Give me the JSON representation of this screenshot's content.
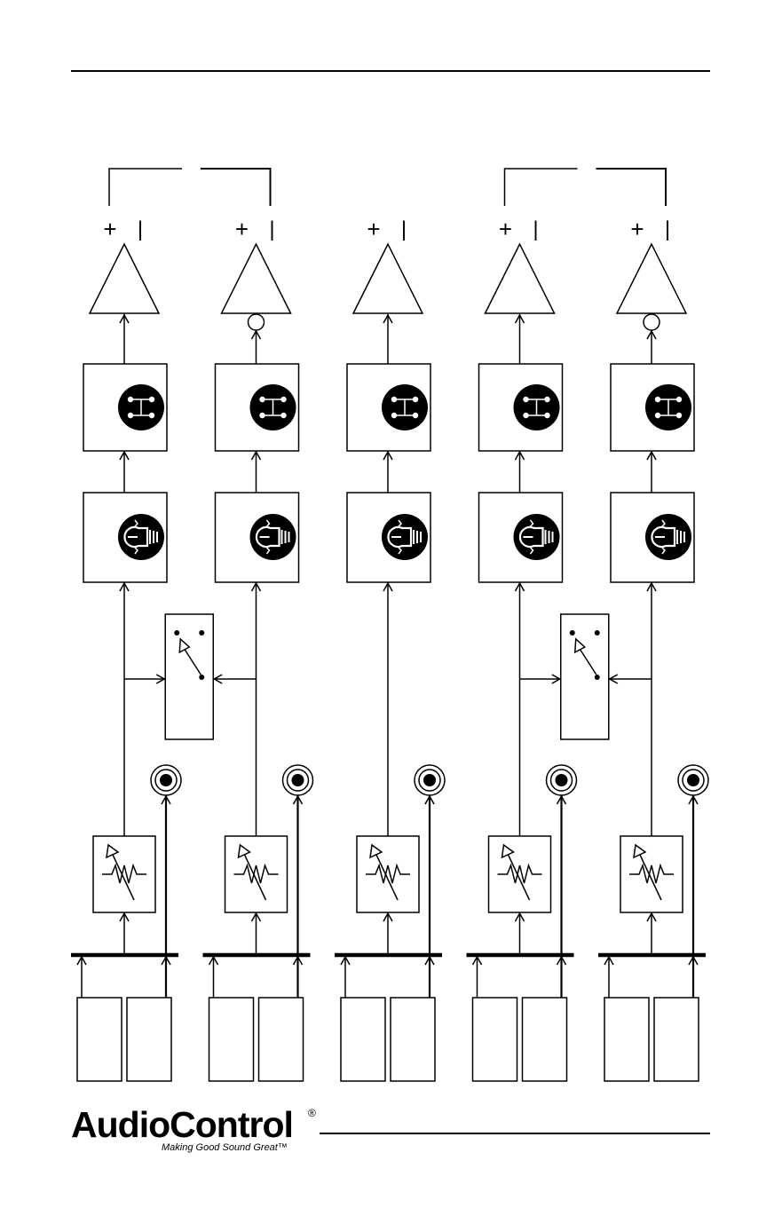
{
  "diagram": {
    "channels": 5,
    "inverted_channels": [
      1,
      4
    ],
    "bridged_pairs": [
      [
        0,
        1
      ],
      [
        3,
        4
      ]
    ],
    "selector_pairs": [
      [
        0,
        1
      ],
      [
        3,
        4
      ]
    ],
    "amp_terminal_labels": {
      "positive": "+",
      "negative": "|"
    },
    "colors": {
      "stroke": "#000000",
      "fill": "#ffffff",
      "icon": "#000000"
    }
  },
  "logo": {
    "wordmark": "AudioControl",
    "registered": "®",
    "tagline": "Making Good Sound Great™"
  }
}
